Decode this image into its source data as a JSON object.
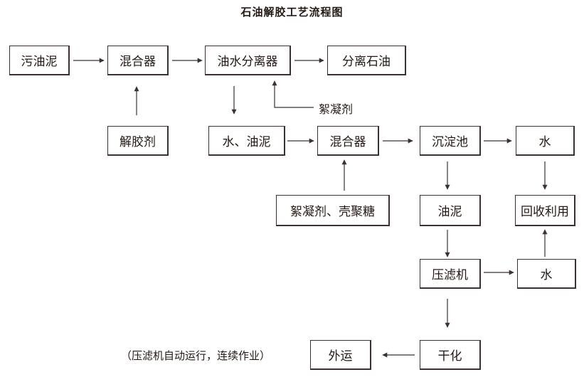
{
  "title": "石油解胶工艺流程图",
  "nodes": {
    "oil_sludge": "污油泥",
    "mixer_1": "混合器",
    "oil_water_separator": "油水分离器",
    "separated_oil": "分离石油",
    "debonding_agent": "解胶剂",
    "water_oil_sludge": "水、油泥",
    "mixer_2": "混合器",
    "settling_tank": "沉淀池",
    "water_1": "水",
    "flocculant_chitosan": "絮凝剂、壳聚糖",
    "oil_sludge_2": "油泥",
    "recycle": "回收利用",
    "filter_press": "压滤机",
    "water_2": "水",
    "dry": "干化",
    "transport": "外运"
  },
  "labels": {
    "flocculant": "絮凝剂",
    "note": "（压滤机自动运行，连续作业）"
  }
}
